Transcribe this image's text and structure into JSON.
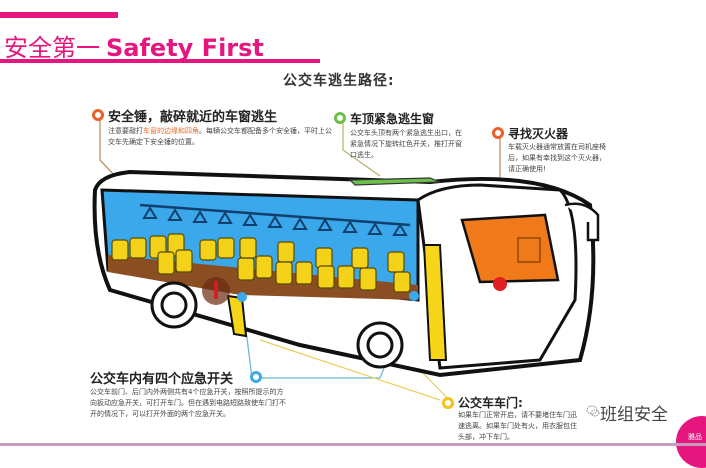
{
  "header": {
    "title_cn": "安全第一",
    "title_en": "Safety First",
    "accent_color": "#e5177f"
  },
  "diagram": {
    "subtitle": "公交车逃生路径:",
    "callouts": [
      {
        "id": "hammer",
        "heading": "安全锤，敲碎就近的车窗逃生",
        "body_prefix": "注意要敲打",
        "body_highlight": "车窗的边缘和四角",
        "body_suffix": "。每辆公交车都配备多个安全锤，平时上公交车先确定下安全锤的位置。",
        "dot_color": "#e8622a"
      },
      {
        "id": "roof-hatch",
        "heading": "车顶紧急逃生窗",
        "body": "公交车头顶有两个紧急逃生出口，在紧急情况下旋转红色开关，推打开窗口逃生。",
        "dot_color": "#6cc04a"
      },
      {
        "id": "extinguisher",
        "heading": "寻找灭火器",
        "body": "车载灭火器通常放置在司机座椅后，如果有幸找到这个灭火器，请正确使用!",
        "dot_color": "#e8622a"
      },
      {
        "id": "emergency-switch",
        "heading": "公交车内有四个应急开关",
        "body": "公交车前门、后门内外两侧共有4个应急开关，按照所提示的方向扳动应急开关，可打开车门。但在遇到电路短路致使车门打不开的情况下，可以打开外面的两个应急开关。",
        "dot_color": "#3fa9e6"
      },
      {
        "id": "bus-door",
        "heading": "公交车车门:",
        "body": "如果车门正常开启，请不要堵住车门迅速逃离。如果车门处有火，用衣服包住头部，冲下车门。",
        "dot_color": "#f2c21b"
      }
    ]
  },
  "watermark": {
    "text": "班组安全",
    "icon": "wechat-icon"
  },
  "corner_badge": {
    "label": "雅品"
  }
}
